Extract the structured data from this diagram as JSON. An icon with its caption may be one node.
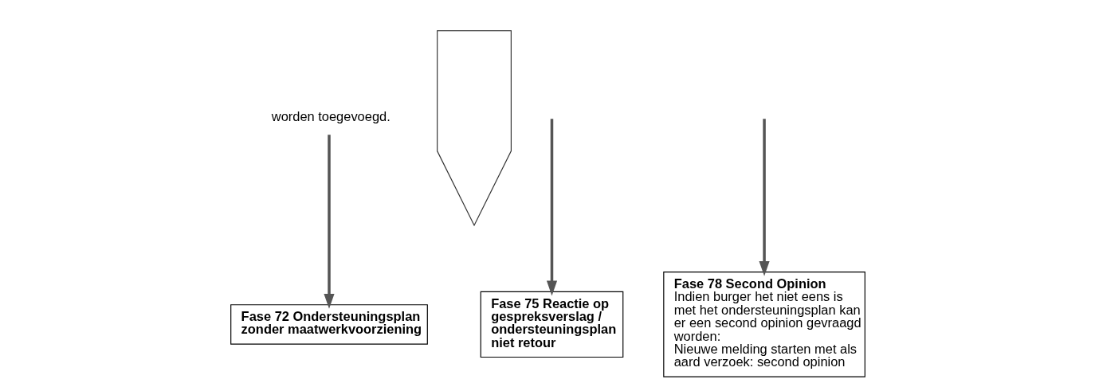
{
  "diagram": {
    "nodes": [
      {
        "text": [
          "worden toegevoegd."
        ]
      },
      {
        "text": [
          "Fase 72 Ondersteuningsplan zonder maatwerkvoorziening"
        ]
      },
      {
        "text": [],
        "shape": "arrow"
      },
      {
        "text": [
          "Fase 75 Reactie op gespreksverslag / ondersteuningsplan niet retour"
        ]
      },
      {
        "text": [
          "Fase 78 Second Opinion",
          "Indien burger het niet eens is met het ondersteuningsplan kan er een second opinion gevraagd worden:",
          "Nieuwe melding starten met als aard verzoek: second opinion"
        ]
      }
    ],
    "edges": [
      {
        "from": 0,
        "to": 1,
        "arrow": "to"
      },
      {
        "from": null,
        "to": 3,
        "arrow": "to"
      },
      {
        "from": null,
        "to": 4,
        "arrow": "to"
      }
    ]
  }
}
